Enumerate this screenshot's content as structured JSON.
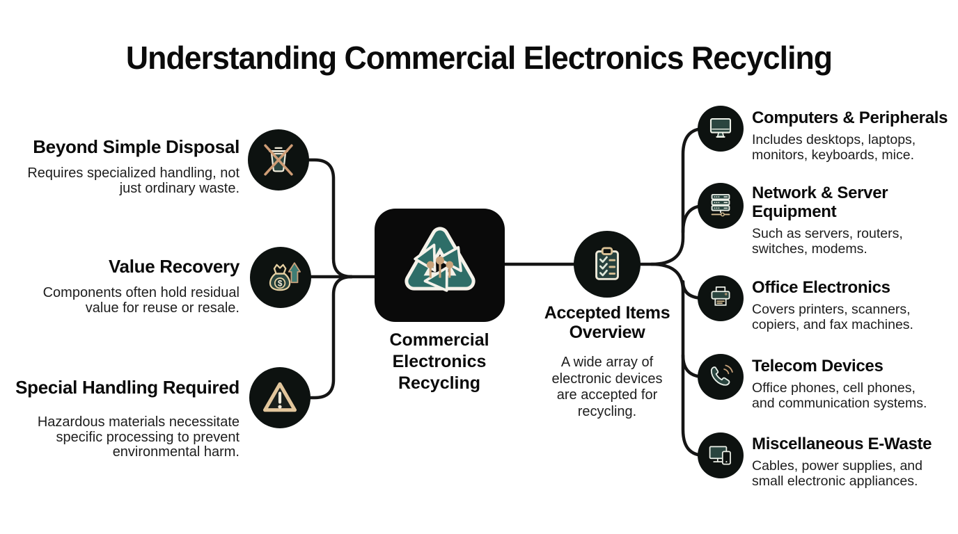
{
  "title": "Understanding Commercial Electronics Recycling",
  "colors": {
    "background": "#ffffff",
    "text_primary": "#0b0b0b",
    "text_secondary": "#1d1d1d",
    "node_fill": "#0d1210",
    "center_box_fill": "#0a0a0a",
    "teal_accent": "#2e6e68",
    "teal_fill_dark": "#2a453f",
    "tan_accent": "#c9a27a",
    "cream_accent": "#efe9d8",
    "connector": "#151515"
  },
  "center": {
    "label": "Commercial\nElectronics\nRecycling",
    "icon": "recycle-circuit-icon"
  },
  "left_items": [
    {
      "title": "Beyond Simple Disposal",
      "description": "Requires specialized handling, not\njust ordinary waste.",
      "icon": "no-trash-icon"
    },
    {
      "title": "Value Recovery",
      "description": "Components often hold residual\nvalue for reuse or resale.",
      "icon": "money-bag-arrow-icon"
    },
    {
      "title": "Special Handling Required",
      "description": "Hazardous materials necessitate\nspecific processing to prevent\nenvironmental harm.",
      "icon": "warning-triangle-icon"
    }
  ],
  "hub": {
    "title": "Accepted Items\nOverview",
    "description": "A wide array of\nelectronic devices\nare accepted for\nrecycling.",
    "icon": "checklist-clipboard-icon"
  },
  "right_items": [
    {
      "title": "Computers & Peripherals",
      "description": "Includes desktops, laptops,\nmonitors, keyboards, mice.",
      "icon": "monitor-icon"
    },
    {
      "title": "Network & Server\nEquipment",
      "description": "Such as servers, routers,\nswitches, modems.",
      "icon": "server-icon"
    },
    {
      "title": "Office Electronics",
      "description": "Covers printers, scanners,\ncopiers, and fax machines.",
      "icon": "printer-icon"
    },
    {
      "title": "Telecom Devices",
      "description": "Office phones, cell phones,\nand communication systems.",
      "icon": "phone-icon"
    },
    {
      "title": "Miscellaneous E-Waste",
      "description": "Cables, power supplies, and\nsmall electronic appliances.",
      "icon": "devices-icon"
    }
  ]
}
